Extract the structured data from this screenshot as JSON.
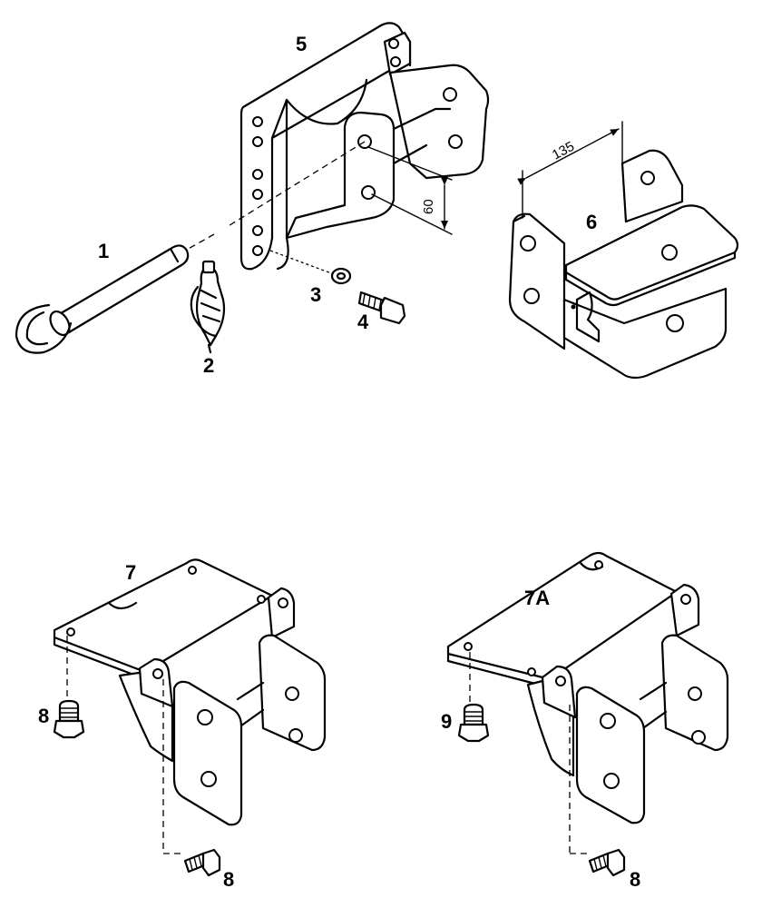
{
  "callouts": {
    "pin": "1",
    "lynch_pin": "2",
    "washer": "3",
    "bolt_small": "4",
    "bracket_main": "5",
    "hitch_block": "6",
    "bracket_7": "7",
    "bracket_7a": "7A",
    "bolt_8_left_top": "8",
    "bolt_8_left_bottom": "8",
    "bolt_9": "9",
    "bolt_8_right_bottom": "8"
  },
  "dimensions": {
    "hole_spacing": "60",
    "block_width": "135"
  }
}
